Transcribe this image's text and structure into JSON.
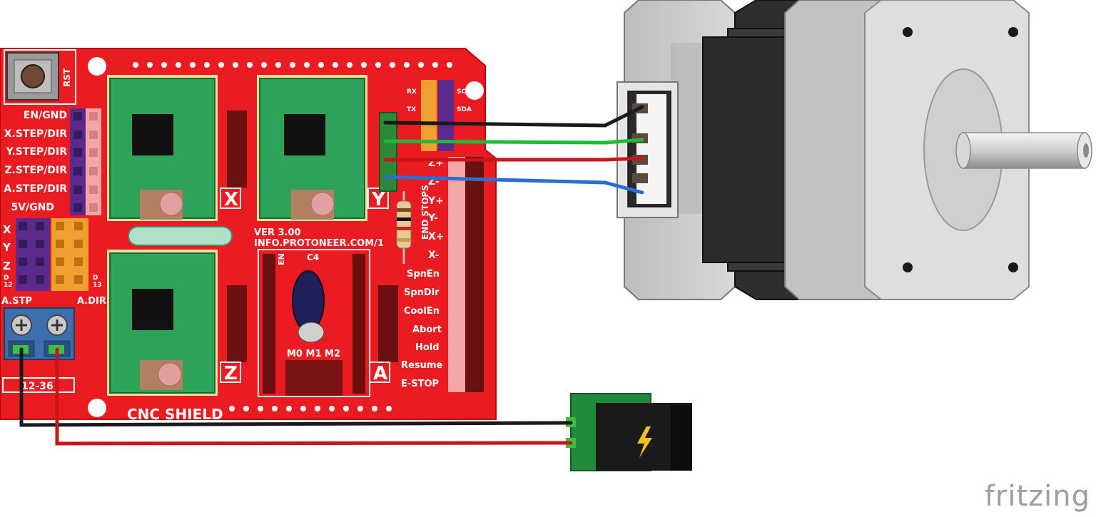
{
  "shield": {
    "name": "CNC SHIELD",
    "version": "VER 3.00",
    "url": "INFO.PROTONEER.COM/1",
    "reset_label": "RST",
    "left_labels": [
      "EN/GND",
      "X.STEP/DIR",
      "Y.STEP/DIR",
      "Z.STEP/DIR",
      "A.STEP/DIR",
      "5V/GND"
    ],
    "axis_labels": [
      "X",
      "Y",
      "Z"
    ],
    "d12": "D\n12",
    "d13": "D\n13",
    "a_stp": "A.STP",
    "a_dir": "A.DIR",
    "power_range": "12-36",
    "driver_axes": [
      "X",
      "Y",
      "Z",
      "A"
    ],
    "capacitor": "C4",
    "enable": "EN",
    "microstep_labels": "M0 M1 M2",
    "endstop_title": "END STOPS",
    "endstop_labels": [
      "Z+",
      "Z-",
      "Y+",
      "Y-",
      "X+",
      "X-"
    ],
    "control_labels": [
      "SpnEn",
      "SpnDir",
      "CoolEn",
      "Abort",
      "Hold",
      "Resume",
      "E-STOP"
    ],
    "uart_labels": [
      "RX",
      "TX"
    ],
    "i2c_labels": [
      "SCL",
      "SDA"
    ]
  },
  "wires": {
    "colors": [
      "#1a1a1a",
      "#22b83a",
      "#c8141a",
      "#2a6fd0"
    ]
  },
  "watermark": "fritzing"
}
